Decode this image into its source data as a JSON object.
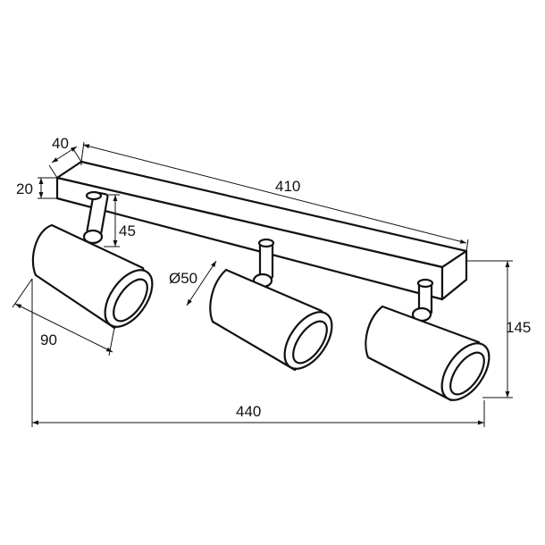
{
  "dimensions": {
    "depth": "40",
    "height": "20",
    "rail_length": "410",
    "stem": "45",
    "diameter": "Ø50",
    "lamp_length": "90",
    "total_height": "145",
    "total_length": "440"
  }
}
